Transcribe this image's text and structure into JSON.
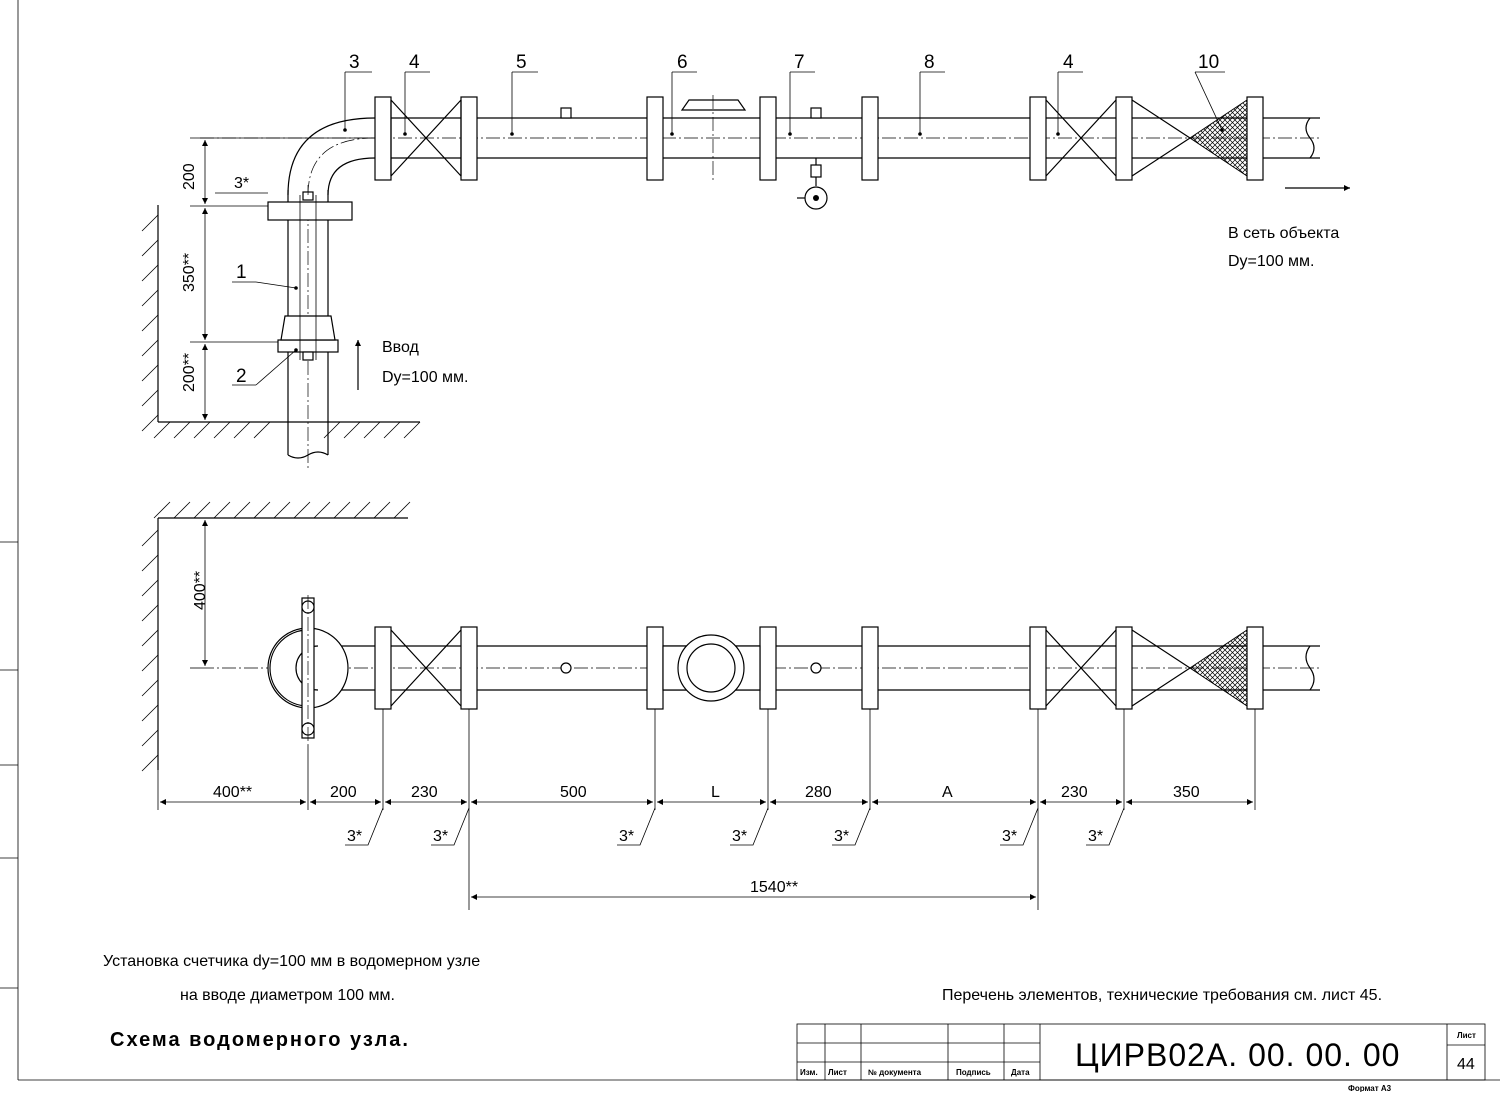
{
  "labels": {
    "l1": "1",
    "l2": "2",
    "l3": "3",
    "l4a": "4",
    "l4b": "4",
    "l5": "5",
    "l6": "6",
    "l7": "7",
    "l8": "8",
    "l10": "10"
  },
  "top_dims": {
    "d200": "200",
    "d3s": "3*",
    "d350": "350**",
    "d200b": "200**"
  },
  "inlet": {
    "title": "Ввод",
    "dy": "Dy=100 мм."
  },
  "outlet": {
    "title": "В сеть объекта",
    "dy": "Dy=100 мм."
  },
  "bottom_dims": {
    "d400v": "400**",
    "row": [
      "400**",
      "200",
      "230",
      "500",
      "L",
      "280",
      "A",
      "230",
      "350"
    ],
    "welds": [
      "3*",
      "3*",
      "3*",
      "3*",
      "3*",
      "3*",
      "3*"
    ],
    "total": "1540**"
  },
  "caption": {
    "line1": "Установка счетчика dy=100 мм в водомерном узле",
    "line2": "на вводе диаметром 100 мм.",
    "title": "Схема водомерного узла.",
    "ref": "Перечень элементов, технические требования см. лист 45."
  },
  "stamp": {
    "code": "ЦИРВ02А. 00. 00. 00",
    "sheet_label": "Лист",
    "sheet": "44",
    "cols": [
      "Изм.",
      "Лист",
      "№ документа",
      "Подпись",
      "Дата"
    ],
    "format": "Формат А3"
  }
}
